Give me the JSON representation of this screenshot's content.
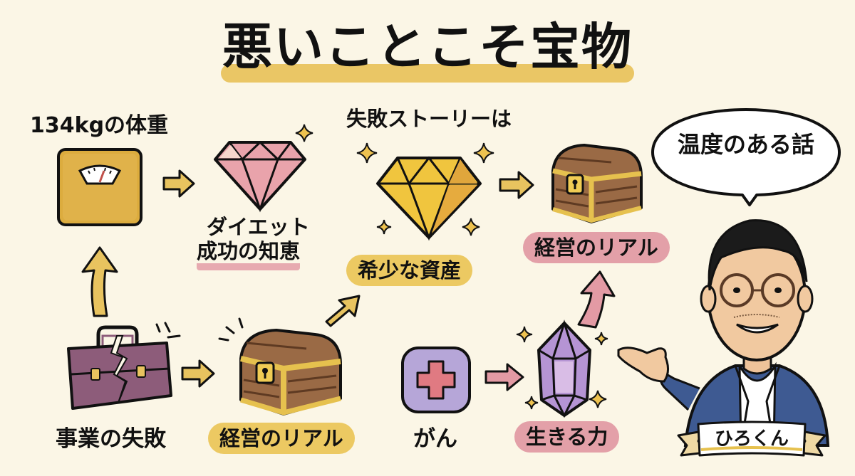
{
  "title": "悪いことこそ宝物",
  "colors": {
    "background": "#fbf6e6",
    "title_highlight": "#eac665",
    "gold_pill": "#ecc962",
    "pink_pill": "#e3a0a8",
    "arrow_gold": "#e8c35f",
    "arrow_pink": "#e39aa4"
  },
  "nodes": {
    "weight": {
      "label": "134kgの体重",
      "icon": "bathroom-scale-icon"
    },
    "diet": {
      "label_line1": "ダイエット",
      "label_line2": "成功の知恵",
      "icon": "pink-diamond-icon"
    },
    "failure_story": {
      "label": "失敗ストーリーは",
      "icon": "gold-diamond-icon",
      "pill": "希少な資産"
    },
    "chest_top": {
      "icon": "treasure-chest-icon",
      "pill": "経営のリアル"
    },
    "business_failure": {
      "label": "事業の失敗",
      "icon": "broken-briefcase-icon"
    },
    "chest_bottom": {
      "icon": "treasure-chest-icon",
      "pill": "経営のリアル"
    },
    "cancer": {
      "label": "がん",
      "icon": "medical-cross-icon"
    },
    "crystal": {
      "icon": "purple-crystal-icon",
      "pill": "生きる力"
    }
  },
  "speech_bubble": {
    "text": "温度のある話"
  },
  "character": {
    "name": "ひろくん",
    "icon": "presenter-avatar"
  }
}
